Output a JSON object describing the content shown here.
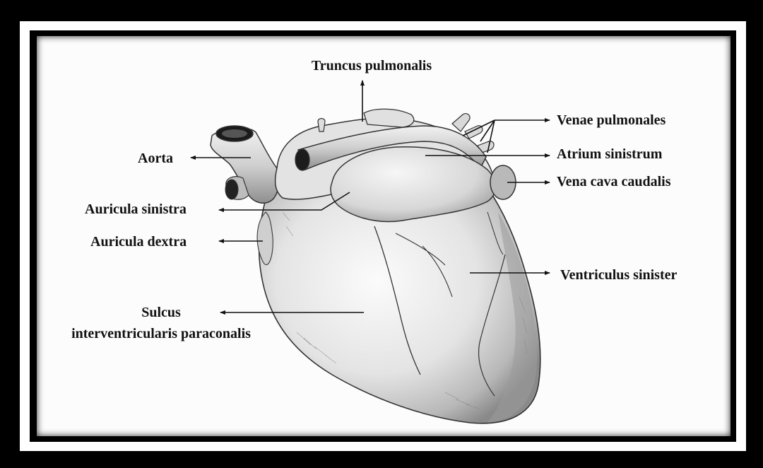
{
  "diagram": {
    "labels": {
      "truncus_pulmonalis": "Truncus pulmonalis",
      "venae_pulmonales": "Venae pulmonales",
      "aorta": "Aorta",
      "atrium_sinistrum": "Atrium sinistrum",
      "vena_cava_caudalis": "Vena cava caudalis",
      "auricula_sinistra": "Auricula sinistra",
      "auricula_dextra": "Auricula dextra",
      "ventriculus_sinister": "Ventriculus sinister",
      "sulcus_line1": "Sulcus",
      "sulcus_line2": "interventricularis paraconalis"
    },
    "colors": {
      "frame": "#000000",
      "border": "#ffffff",
      "background": "#fcfcfc",
      "ink": "#111111"
    }
  }
}
